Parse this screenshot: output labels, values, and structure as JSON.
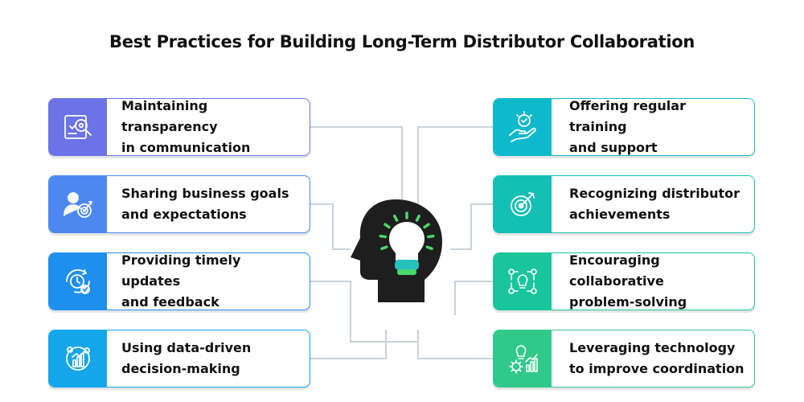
{
  "title": "Best Practices for Building Long-Term Distributor Collaboration",
  "colors": {
    "connector": "#c7d3d8",
    "head": "#1e1e1e",
    "bulb_glow": "#49d96b",
    "bulb_base": "#28c0bd"
  },
  "left_items": [
    {
      "label": "Maintaining transparency\nin communication",
      "color": "#6b73e6",
      "icon": "report-search-icon"
    },
    {
      "label": "Sharing business goals\nand expectations",
      "color": "#4d88f0",
      "icon": "user-target-icon"
    },
    {
      "label": "Providing timely updates\nand feedback",
      "color": "#1f8fed",
      "icon": "clock-check-icon"
    },
    {
      "label": "Using data-driven\ndecision-making",
      "color": "#14a6e8",
      "icon": "data-chart-icon"
    }
  ],
  "right_items": [
    {
      "label": "Offering regular training\nand support",
      "color": "#0fb9cc",
      "icon": "hand-support-icon"
    },
    {
      "label": "Recognizing distributor\nachievements",
      "color": "#14bfb4",
      "icon": "target-arrow-icon"
    },
    {
      "label": "Encouraging collaborative\nproblem-solving",
      "color": "#19c59c",
      "icon": "idea-network-icon"
    },
    {
      "label": "Leveraging technology\nto improve coordination",
      "color": "#31c98a",
      "icon": "gear-bulb-icon"
    }
  ]
}
